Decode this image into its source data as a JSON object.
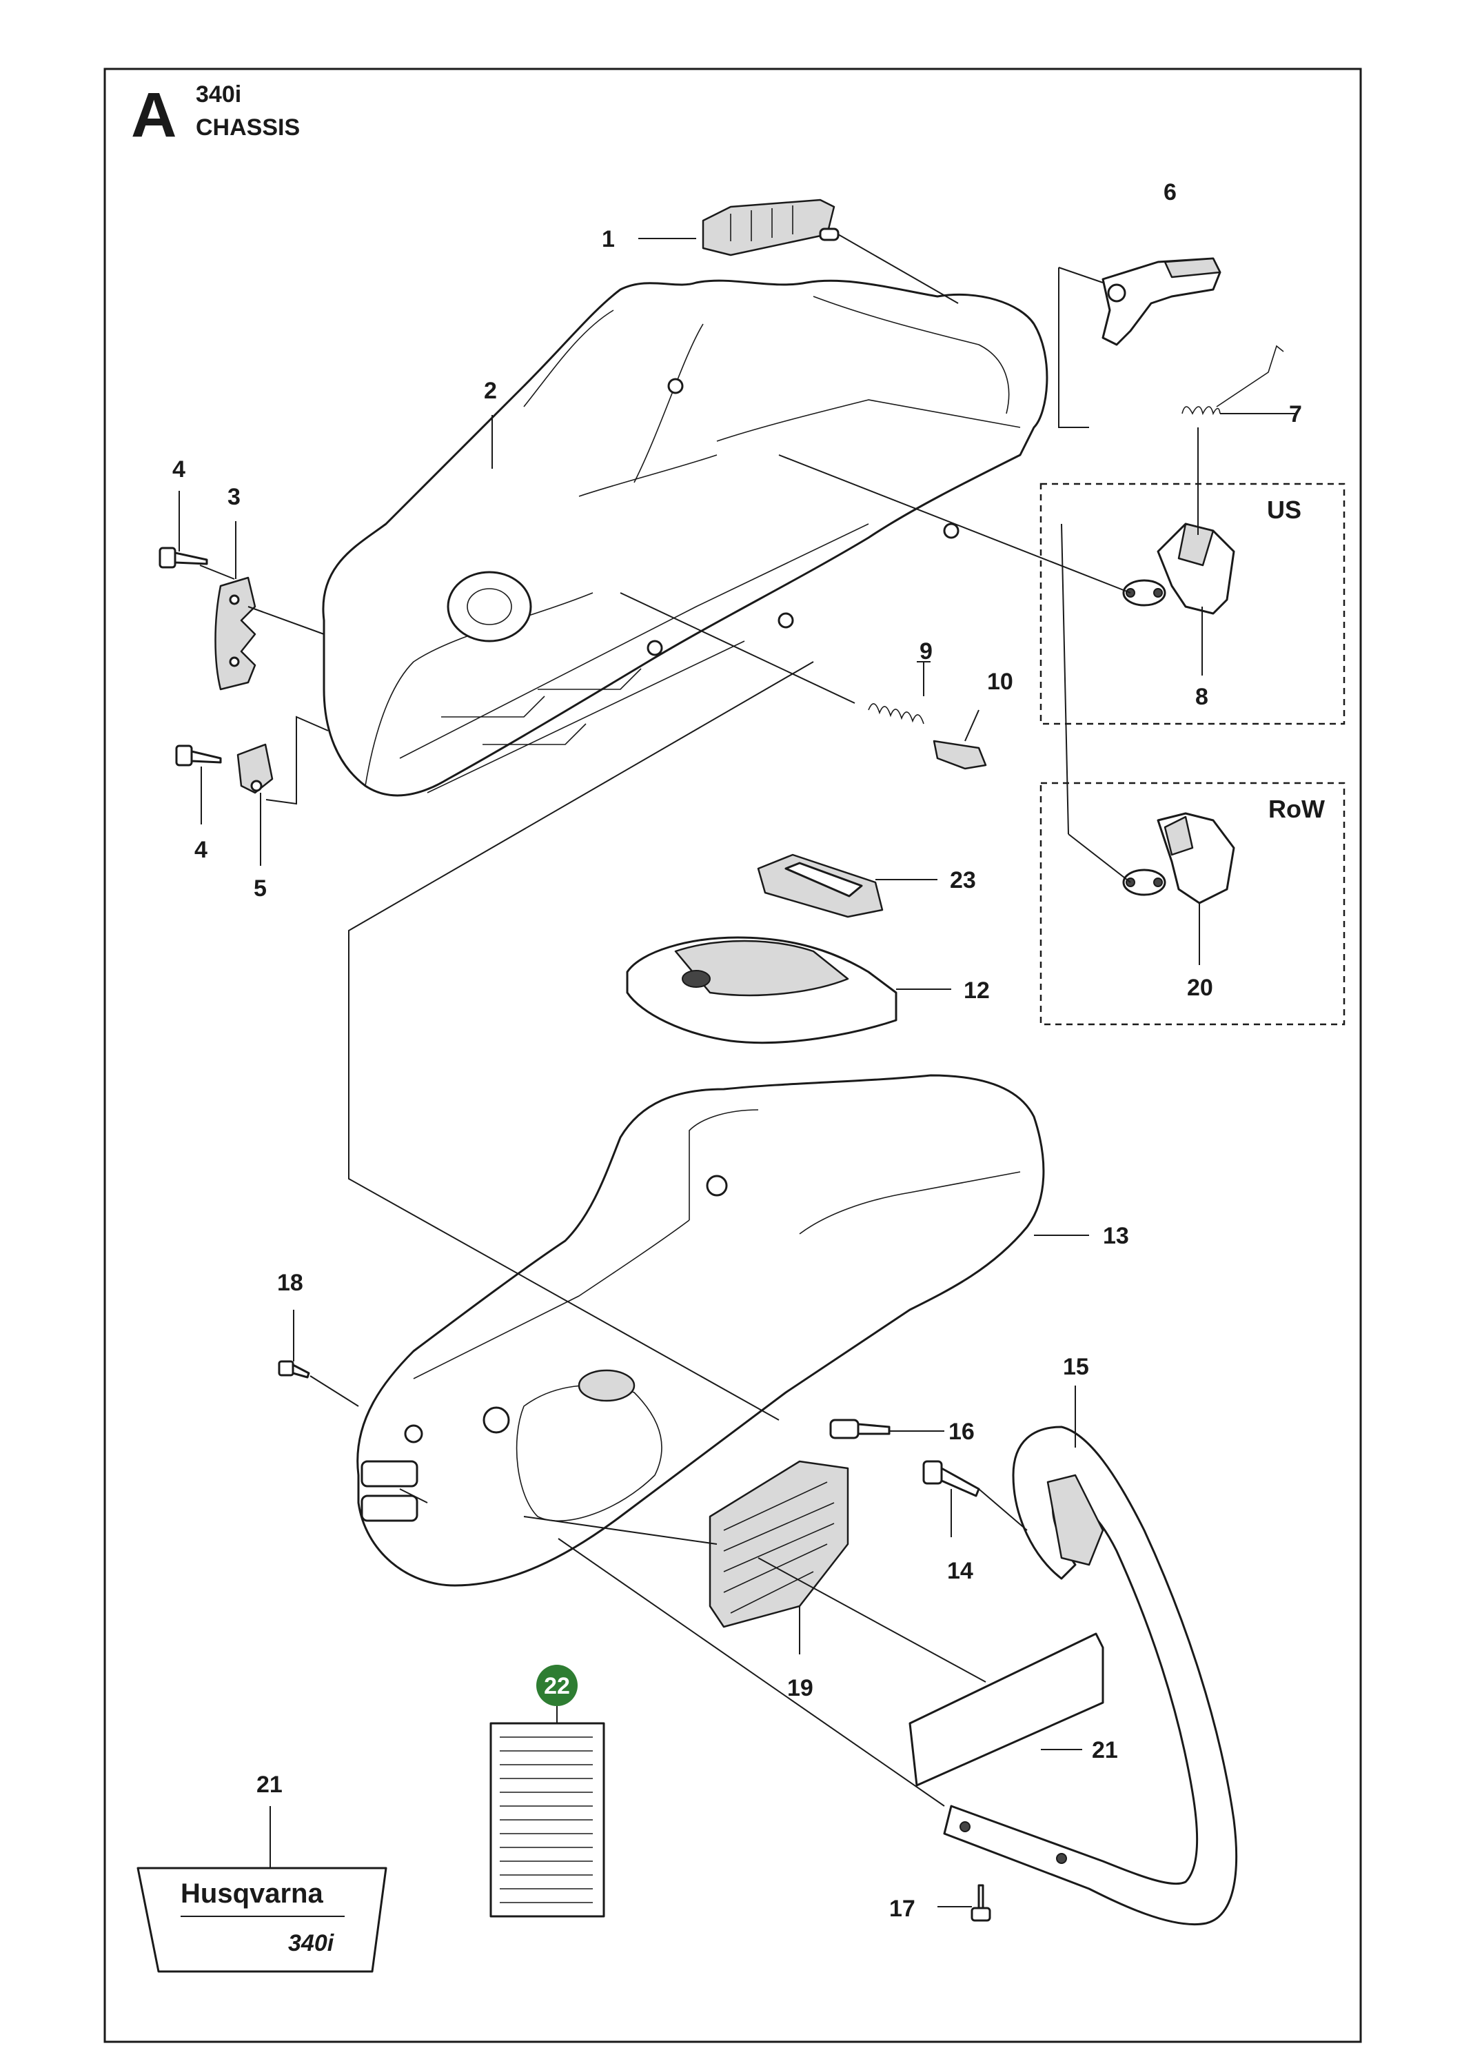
{
  "section": {
    "letter": "A",
    "model": "340i",
    "title": "CHASSIS"
  },
  "regions": {
    "us": "US",
    "row": "RoW"
  },
  "labels": {
    "p1": "1",
    "p2": "2",
    "p3": "3",
    "p4a": "4",
    "p4b": "4",
    "p5": "5",
    "p6": "6",
    "p7": "7",
    "p8": "8",
    "p9": "9",
    "p10": "10",
    "p12": "12",
    "p13": "13",
    "p14": "14",
    "p15": "15",
    "p16": "16",
    "p17": "17",
    "p18": "18",
    "p19": "19",
    "p20": "20",
    "p21a": "21",
    "p21b": "21",
    "p22": "22",
    "p23": "23"
  },
  "decal": {
    "brand": "Husqvarna",
    "model": "340i"
  },
  "colors": {
    "badge": "#2e7d32",
    "line": "#1a1a1a",
    "shade": "#d9d9d9"
  }
}
